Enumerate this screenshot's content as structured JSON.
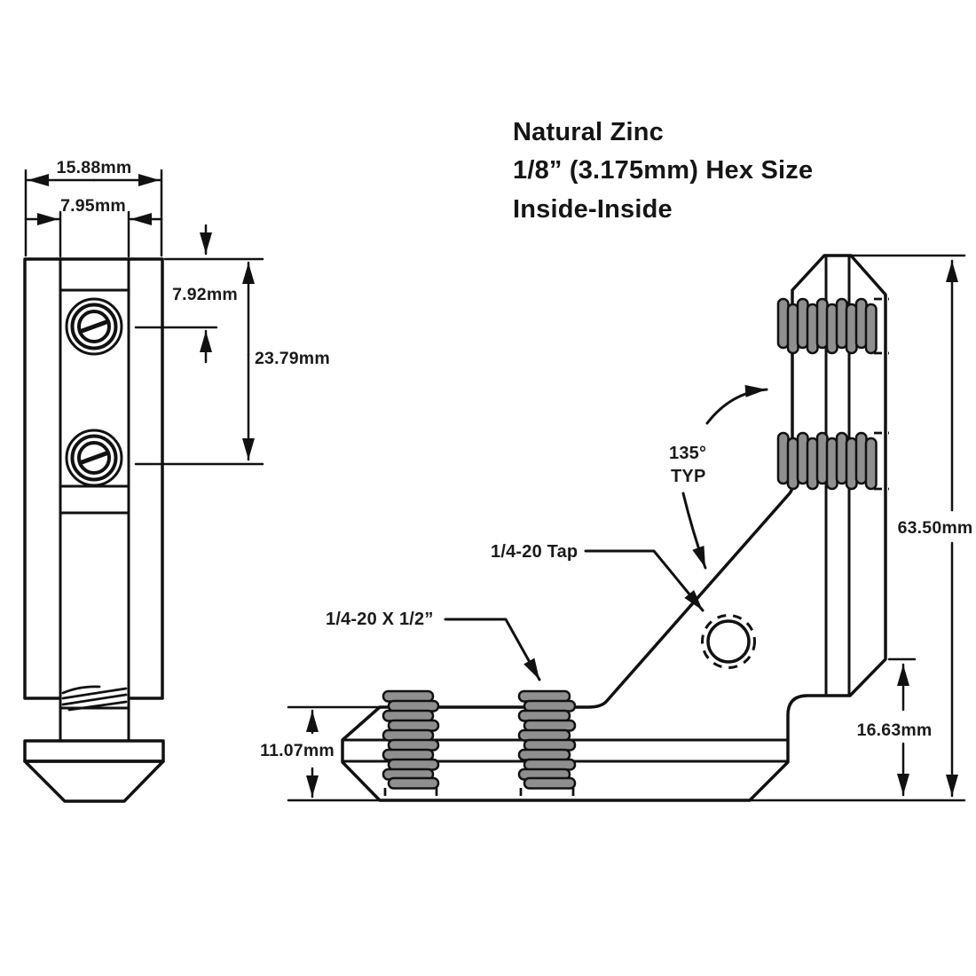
{
  "title": {
    "finish": "Natural Zinc",
    "hex_size": "1/8” (3.175mm) Hex Size",
    "mount_type": "Inside-Inside"
  },
  "side_view": {
    "dim_outer_width": "15.88mm",
    "dim_inner_width": "7.95mm",
    "dim_hole_offset": "7.92mm",
    "dim_hole_span": "23.79mm"
  },
  "front_view": {
    "dim_height": "63.50mm",
    "dim_corner": "16.63mm",
    "dim_thickness": "11.07mm",
    "label_tap": "1/4-20 Tap",
    "label_screw": "1/4-20 X 1/2”",
    "label_angle": "135°",
    "label_angle_note": "TYP"
  },
  "colors": {
    "line": "#111111",
    "thread_fill": "#8f8f8f",
    "text": "#1a1a1a",
    "background": "#ffffff"
  }
}
